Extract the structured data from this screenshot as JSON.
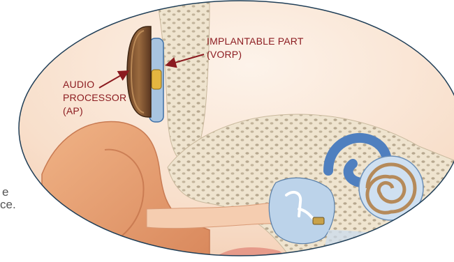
{
  "colors": {
    "label": "#8b1a1f",
    "outline": "#1f3e57",
    "skin": "#e9a275",
    "bone": "#efe4cf",
    "cochlea": "#5a86c2"
  },
  "left_text": {
    "line1": "e",
    "line2": "ce."
  },
  "labels": {
    "implantable": {
      "line1": "IMPLANTABLE PART",
      "line2": "(VORP)"
    },
    "audio": {
      "line1": "AUDIO",
      "line2": "PROCESSOR",
      "line3": "(AP)"
    }
  }
}
